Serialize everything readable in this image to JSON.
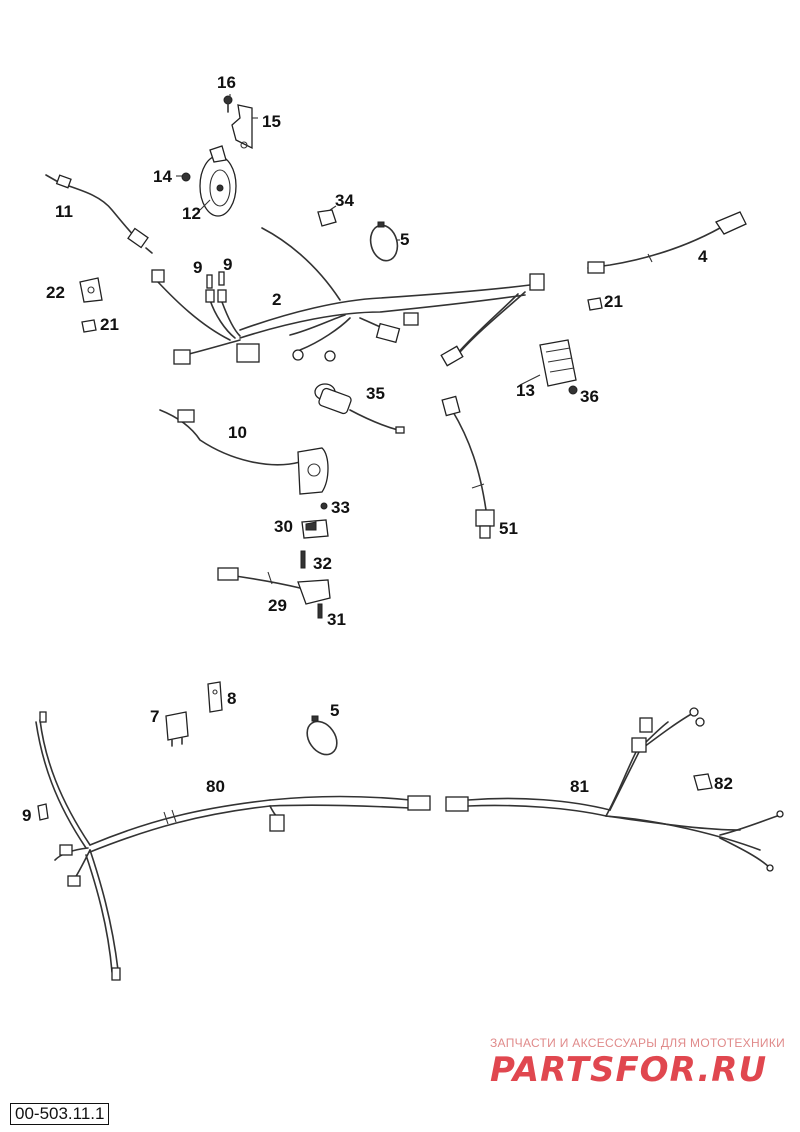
{
  "diagram": {
    "document_code": "00-503.11.1",
    "callouts": [
      "16",
      "15",
      "14",
      "12",
      "11",
      "34",
      "5",
      "4",
      "9",
      "9",
      "2",
      "22",
      "21",
      "21",
      "13",
      "36",
      "35",
      "10",
      "33",
      "30",
      "32",
      "51",
      "29",
      "31",
      "7",
      "8",
      "5",
      "80",
      "81",
      "82",
      "9"
    ]
  },
  "watermark": {
    "tagline": "ЗАПЧАСТИ И АКСЕССУАРЫ ДЛЯ МОТОТЕХНИКИ",
    "brand": "PARTSFOR.RU"
  }
}
